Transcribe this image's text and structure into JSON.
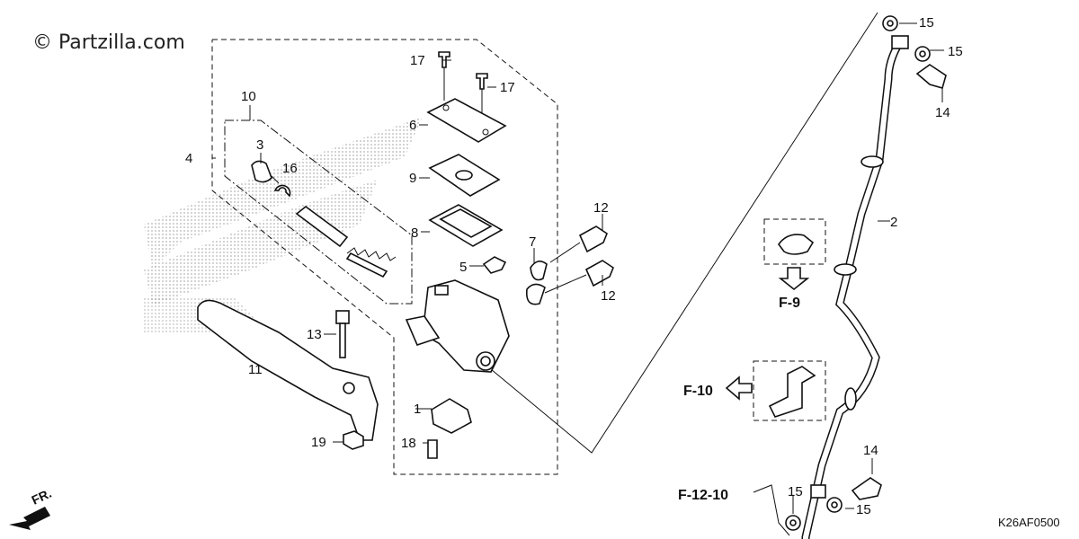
{
  "header": {
    "watermark": "© Partzilla.com"
  },
  "footer": {
    "diagram_code": "K26AF0500",
    "direction_label": "FR."
  },
  "references": {
    "f9": "F-9",
    "f10": "F-10",
    "f12_10": "F-12-10"
  },
  "callouts": {
    "c1": "1",
    "c2": "2",
    "c3": "3",
    "c4": "4",
    "c5": "5",
    "c6": "6",
    "c7": "7",
    "c8": "8",
    "c9": "9",
    "c10": "10",
    "c11": "11",
    "c12a": "12",
    "c12b": "12",
    "c13": "13",
    "c14a": "14",
    "c14b": "14",
    "c15a": "15",
    "c15b": "15",
    "c15c": "15",
    "c15d": "15",
    "c16": "16",
    "c17a": "17",
    "c17b": "17",
    "c18": "18",
    "c19": "19"
  }
}
